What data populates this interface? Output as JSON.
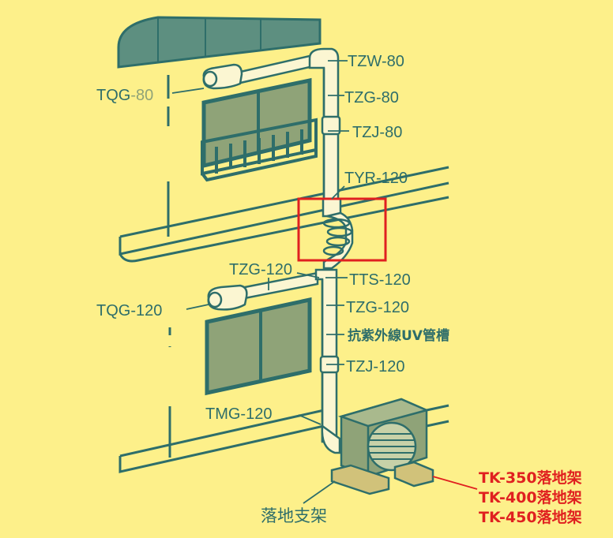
{
  "colors": {
    "background": "#fdf08a",
    "line": "#2e6e6a",
    "window": "#8fa378",
    "highlight": "#e02020",
    "pipe": "#fbf6d2"
  },
  "labels": {
    "tzw80": "TZW-80",
    "tzg80": "TZG-80",
    "tzj80": "TZJ-80",
    "tqg80_a": "TQG",
    "tqg80_b": "-80",
    "tyr120": "TYR-120",
    "tzg120_top": "TZG-120",
    "tts120": "TTS-120",
    "tqg120": "TQG-120",
    "tzg120": "TZG-120",
    "uv_duct": "抗紫外線UV管槽",
    "tzj120": "TZJ-120",
    "tmg120": "TMG-120",
    "ground_stand": "落地支架",
    "tk350": "TK-350落地架",
    "tk400": "TK-400落地架",
    "tk450": "TK-450落地架"
  }
}
